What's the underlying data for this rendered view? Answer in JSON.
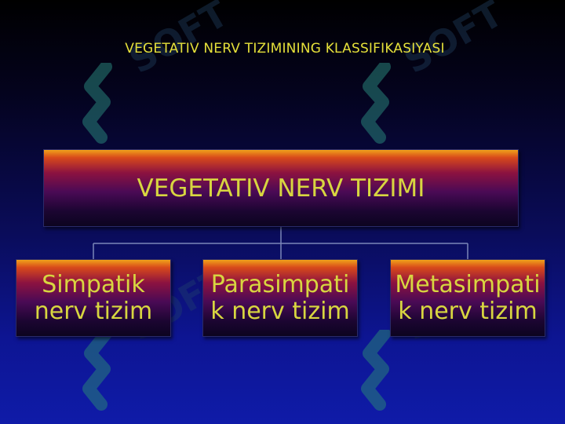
{
  "slide": {
    "title": "VEGETATIV NERV TIZIMINING KLASSIFIKASIYASI"
  },
  "diagram": {
    "root": {
      "label": "VEGETATIV NERV TIZIMI"
    },
    "children": [
      {
        "label": "Simpatik nerv tizim"
      },
      {
        "label": "Parasimpatik nerv tizim"
      },
      {
        "label": "Metasimpatik nerv tizim"
      }
    ]
  },
  "colors": {
    "text": "#d8d640",
    "title": "#e5e03a",
    "connector": "#7a86b8",
    "background_top": "#000000",
    "background_bottom": "#0f1ba8"
  },
  "watermark": {
    "text": "SOFT"
  }
}
